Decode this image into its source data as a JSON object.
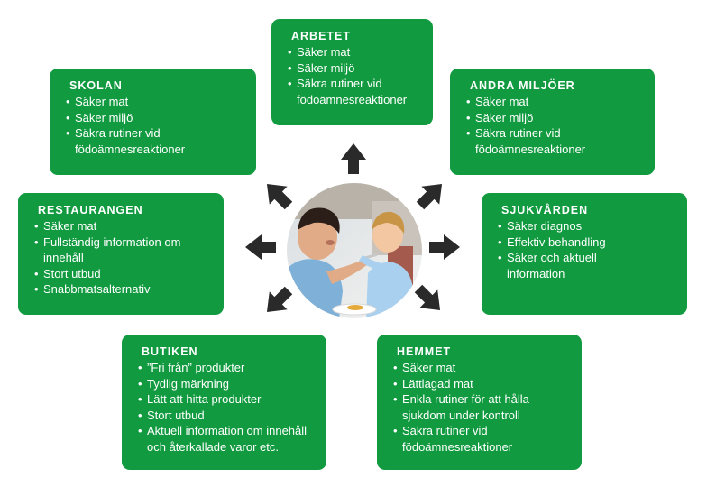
{
  "nodes": [
    {
      "id": "arbetet",
      "title": "ARBETET",
      "items": [
        "Säker mat",
        "Säker miljö",
        "Säkra rutiner vid födoämnesreaktioner"
      ]
    },
    {
      "id": "skolan",
      "title": "SKOLAN",
      "items": [
        "Säker mat",
        "Säker miljö",
        "Säkra rutiner vid födoämnesreaktioner"
      ]
    },
    {
      "id": "andra",
      "title": "ANDRA MILJÖER",
      "items": [
        "Säker mat",
        "Säker miljö",
        "Säkra rutiner vid födoämnesreaktioner"
      ]
    },
    {
      "id": "restaurangen",
      "title": "RESTAURANGEN",
      "items": [
        "Säker mat",
        "Fullständig information om innehåll",
        "Stort utbud",
        "Snabbmatsalternativ"
      ]
    },
    {
      "id": "sjukvarden",
      "title": "SJUKVÅRDEN",
      "items": [
        "Säker diagnos",
        "Effektiv behandling",
        "Säker och aktuell information"
      ]
    },
    {
      "id": "butiken",
      "title": "BUTIKEN",
      "items": [
        "”Fri från” produkter",
        "Tydlig märkning",
        "Lätt att hitta produkter",
        "Stort utbud",
        "Aktuell information om innehåll och återkallade varor etc."
      ]
    },
    {
      "id": "hemmet",
      "title": "HEMMET",
      "items": [
        "Säker mat",
        "Lättlagad mat",
        "Enkla rutiner för att hålla sjukdom under kontroll",
        "Säkra rutiner vid födoämnesreaktioner"
      ]
    }
  ],
  "colors": {
    "box_fill": "#119a3f",
    "box_text": "#ffffff",
    "arrow": "#2a2a2a"
  },
  "center_image": {
    "icon": "photo-father-feeding-child",
    "description_visible": false
  }
}
